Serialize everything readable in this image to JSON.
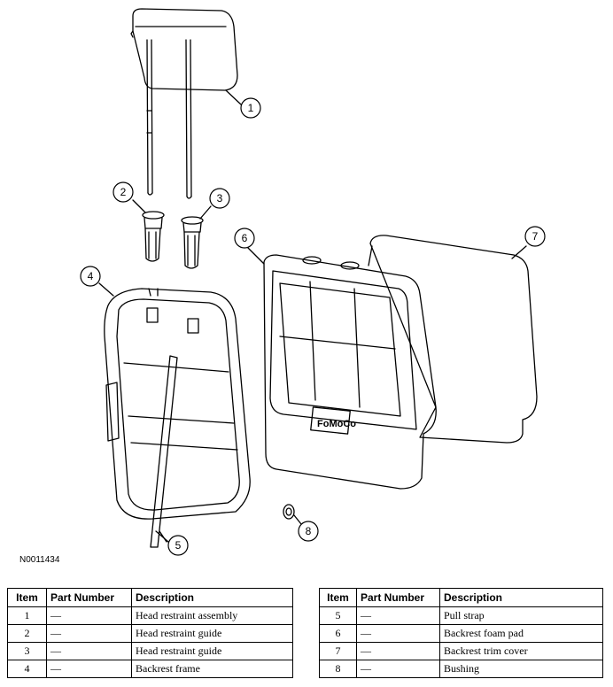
{
  "figure": {
    "id": "N0011434",
    "logo_text": "FoMoCo",
    "callouts": [
      "1",
      "2",
      "3",
      "4",
      "5",
      "6",
      "7",
      "8"
    ]
  },
  "table": {
    "headers": {
      "item": "Item",
      "part_number": "Part Number",
      "description": "Description"
    },
    "left_rows": [
      {
        "item": "1",
        "part_number": "—",
        "description": "Head restraint assembly"
      },
      {
        "item": "2",
        "part_number": "—",
        "description": "Head restraint guide"
      },
      {
        "item": "3",
        "part_number": "—",
        "description": "Head restraint guide"
      },
      {
        "item": "4",
        "part_number": "—",
        "description": "Backrest frame"
      }
    ],
    "right_rows": [
      {
        "item": "5",
        "part_number": "—",
        "description": "Pull strap"
      },
      {
        "item": "6",
        "part_number": "—",
        "description": "Backrest foam pad"
      },
      {
        "item": "7",
        "part_number": "—",
        "description": "Backrest trim cover"
      },
      {
        "item": "8",
        "part_number": "—",
        "description": "Bushing"
      }
    ]
  }
}
